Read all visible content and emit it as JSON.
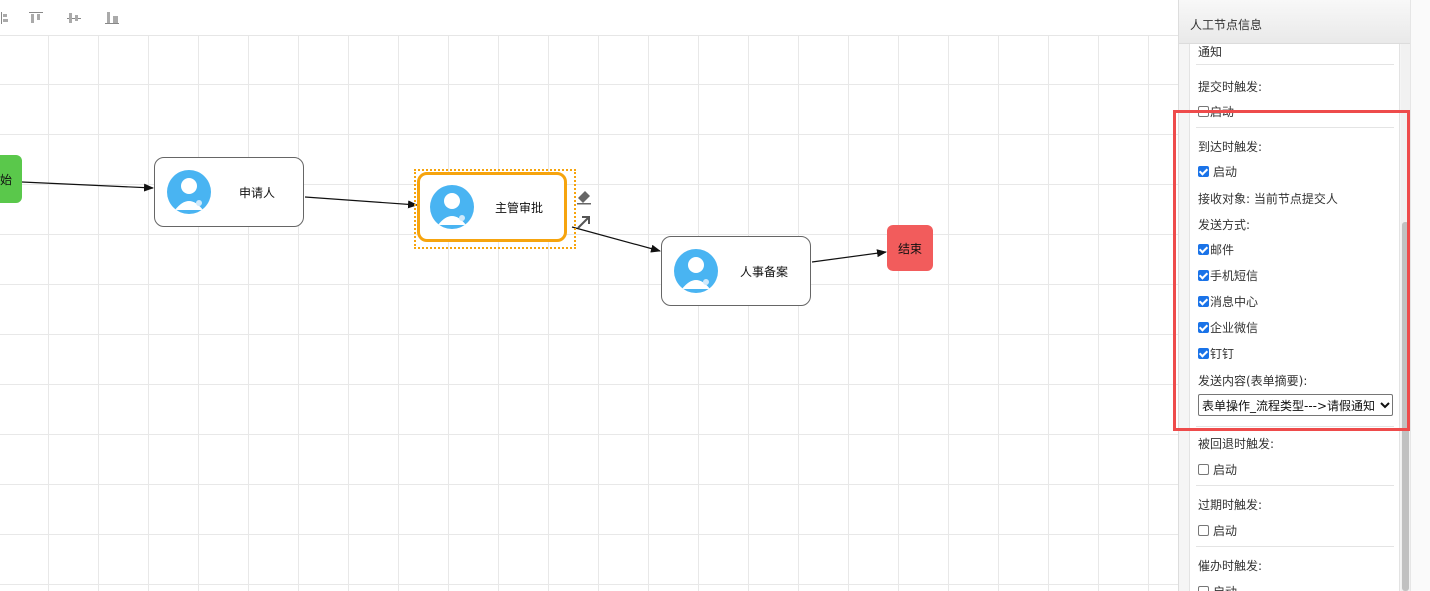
{
  "toolbar": {
    "icons": [
      "align-left-icon",
      "align-top-icon",
      "align-middle-icon",
      "align-bottom-icon"
    ]
  },
  "canvas": {
    "start_node": {
      "label": "始",
      "color": "#5ac84b"
    },
    "end_node": {
      "label": "结束",
      "color": "#f25c5c"
    },
    "tasks": [
      {
        "label": "申请人"
      },
      {
        "label": "主管审批",
        "selected": true
      },
      {
        "label": "人事备案"
      }
    ],
    "selection_color": "#f6a40e",
    "avatar_color": "#49b4f2"
  },
  "panel": {
    "title": "人工节点信息",
    "section_title": "通知",
    "submit_trigger": {
      "label": "提交时触发:",
      "enable_label": "启动",
      "checked": false
    },
    "arrive_trigger": {
      "label": "到达时触发:",
      "enable_label": "启动",
      "checked": true,
      "receiver_text": "接收对象: 当前节点提交人",
      "method_label": "发送方式:",
      "methods": [
        {
          "label": "邮件",
          "checked": true
        },
        {
          "label": "手机短信",
          "checked": true
        },
        {
          "label": "消息中心",
          "checked": true
        },
        {
          "label": "企业微信",
          "checked": true
        },
        {
          "label": "钉钉",
          "checked": true
        }
      ],
      "content_label": "发送内容(表单摘要):",
      "content_value": "表单操作_流程类型--->请假通知"
    },
    "rollback_trigger": {
      "label": "被回退时触发:",
      "enable_label": "启动",
      "checked": false
    },
    "expire_trigger": {
      "label": "过期时触发:",
      "enable_label": "启动",
      "checked": false
    },
    "urge_trigger": {
      "label": "催办时触发:",
      "enable_label": "启动",
      "checked": false
    }
  },
  "colors": {
    "highlight": "#ee4b4b",
    "checkbox": "#1a73e8"
  }
}
